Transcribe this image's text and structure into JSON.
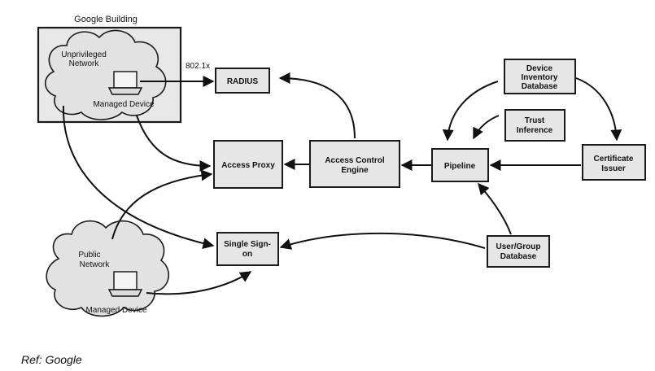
{
  "diagram": {
    "google_building": {
      "title": "Google Building",
      "cloud_label": [
        "Unprivileged",
        "Network"
      ],
      "device_label": "Managed Device"
    },
    "public": {
      "cloud_label": [
        "Public",
        "Network"
      ],
      "device_label": "Managed Device"
    },
    "nodes": {
      "radius": [
        "RADIUS"
      ],
      "access_proxy": [
        "Access Proxy"
      ],
      "access_control_engine": [
        "Access Control",
        "Engine"
      ],
      "pipeline": [
        "Pipeline"
      ],
      "device_inventory_db": [
        "Device",
        "Inventory",
        "Database"
      ],
      "trust_inference": [
        "Trust",
        "Inference"
      ],
      "certificate_issuer": [
        "Certificate",
        "Issuer"
      ],
      "single_sign_on": [
        "Single Sign-",
        "on"
      ],
      "user_group_db": [
        "User/Group",
        "Database"
      ]
    },
    "edge_labels": {
      "dot1x": "802.1x"
    }
  },
  "footer": {
    "ref": "Ref: Google"
  }
}
